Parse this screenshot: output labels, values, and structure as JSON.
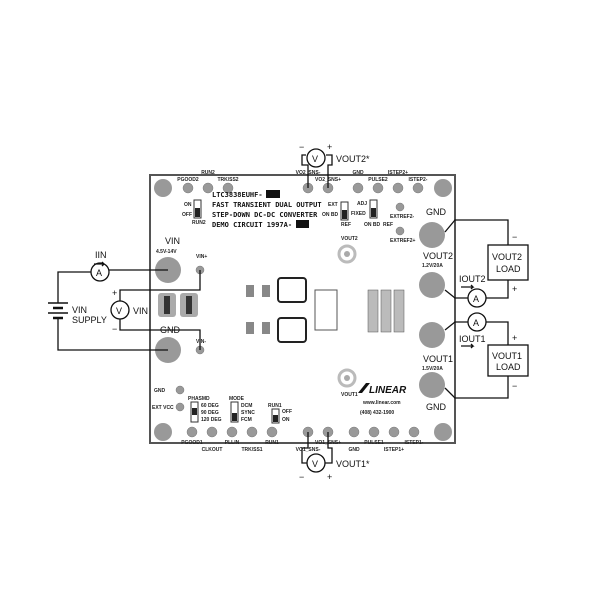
{
  "board": {
    "title1": "LTC3838EUHF-",
    "title2": "FAST TRANSIENT DUAL OUTPUT",
    "title3": "STEP-DOWN DC-DC CONVERTER",
    "title4": "DEMO CIRCUIT 1997A-",
    "top_turrets": [
      "PGOOD2",
      "RUN2",
      "TRK/SS2",
      "VO2_SNS-",
      "VO2_SNS+",
      "GND",
      "PULSE2",
      "ISTEP2+",
      "ISTEP2-"
    ],
    "bottom_turrets": [
      "PGOOD1",
      "CLKOUT",
      "PLLIN",
      "TRK/SS1",
      "RUN1",
      "VO1_SNS-",
      "VO1_SNS+",
      "GND",
      "PULSE1",
      "ISTEP1+",
      "ISTEP1-"
    ],
    "vin_label": "VIN",
    "vin_range": "4.5V-14V",
    "gnd": "GND",
    "vin_plus": "VIN+",
    "vin_minus": "VIN-",
    "vout2_label": "VOUT2",
    "vout2_rating": "1.2V/20A",
    "vout1_label": "VOUT1",
    "vout1_rating": "1.5V/20A",
    "extref2_minus": "EXTREF2-",
    "extref2_plus": "EXTREF2+",
    "ext": "EXT",
    "on_bd": "ON BD",
    "ref": "REF",
    "adj": "ADJ",
    "fixed": "FIXED",
    "on": "ON",
    "off": "OFF",
    "run2": "RUN2",
    "run1": "RUN1",
    "gnd_side": "GND",
    "extvcc": "EXT VCC",
    "phasmd": "PHASMD",
    "deg60": "60 DEG",
    "deg90": "90 DEG",
    "deg120": "120 DEG",
    "mode": "MODE",
    "dcm": "DCM",
    "sync": "SYNC",
    "fcm": "FCM",
    "logo": "LINEAR",
    "url": "www.linear.com",
    "phone": "(408) 432-1900",
    "vout2_conn": "VOUT2",
    "vout1_conn": "VOUT1"
  },
  "external": {
    "iin": "IIN",
    "vin_supply_1": "VIN",
    "vin_supply_2": "SUPPLY",
    "vin_meter": "VIN",
    "ammeter": "A",
    "voltmeter": "V",
    "vout2_sense": "VOUT2*",
    "vout1_sense": "VOUT1*",
    "iout2": "IOUT2",
    "iout1": "IOUT1",
    "load2_1": "VOUT2",
    "load2_2": "LOAD",
    "load1_1": "VOUT1",
    "load1_2": "LOAD",
    "plus": "+",
    "minus": "−"
  }
}
